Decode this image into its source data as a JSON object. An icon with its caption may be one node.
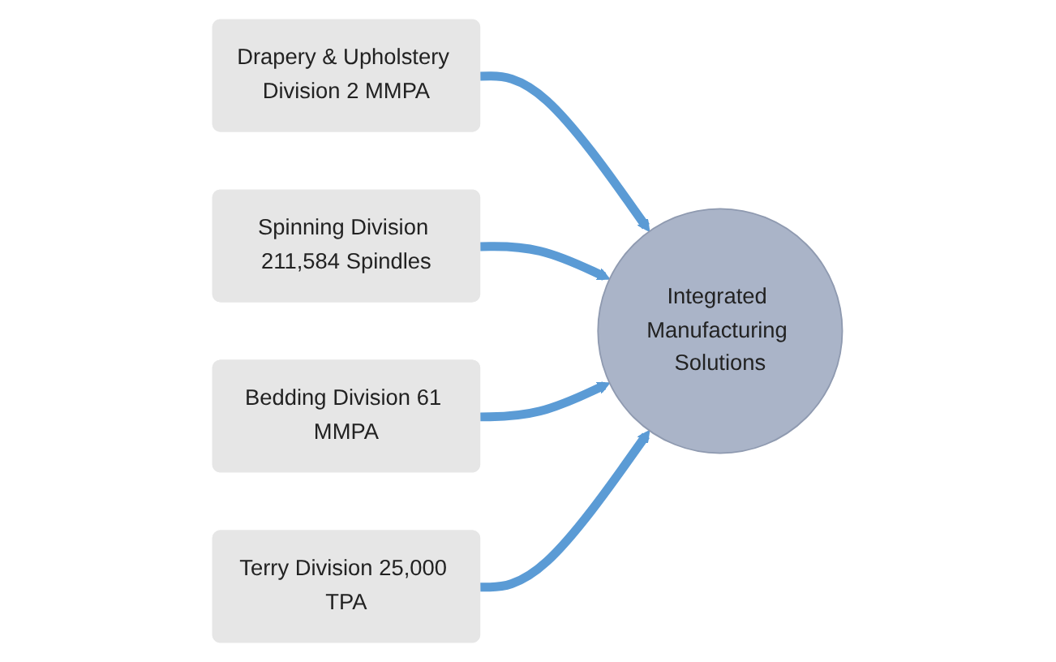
{
  "diagram": {
    "nodes": [
      {
        "text": [
          "Drapery & Upholstery Division 2 MMPA"
        ]
      },
      {
        "text": [
          "Spinning Division 211,584 Spindles"
        ]
      },
      {
        "text": [
          "Integrated Manufacturing Solutions"
        ]
      },
      {
        "text": [
          "Bedding Division 61 MMPA"
        ]
      },
      {
        "text": [
          "Terry Division 25,000 TPA"
        ]
      }
    ],
    "edges": [
      {
        "from": 0,
        "to": 2,
        "arrow": "to"
      },
      {
        "from": 1,
        "to": 2,
        "arrow": "to"
      },
      {
        "from": 3,
        "to": 2,
        "arrow": "to"
      },
      {
        "from": 4,
        "to": 2,
        "arrow": "to"
      }
    ]
  }
}
